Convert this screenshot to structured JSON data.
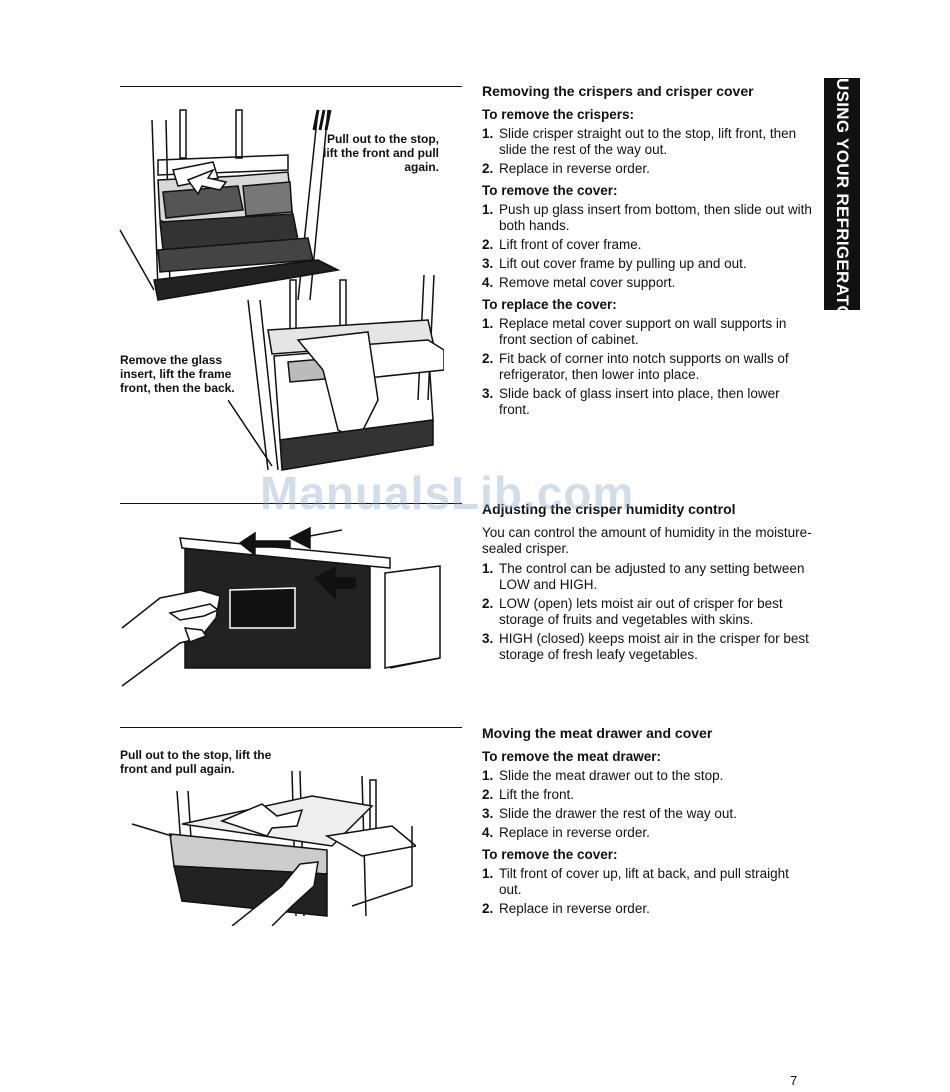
{
  "side_tab": "USING YOUR REFRIGERATOR",
  "watermark": "ManualsLib.com",
  "page_number": "7",
  "callouts": {
    "fig1_pull": "Pull out to the stop, lift the front and pull again.",
    "fig2_remove": "Remove the glass insert, lift the frame front, then the back.",
    "fig4_pull": "Pull out to the stop, lift the front and pull again."
  },
  "section1": {
    "title": "Removing the crispers and crisper cover",
    "crispers_heading": "To remove the crispers:",
    "crispers_steps": [
      {
        "n": "1.",
        "text": "Slide crisper straight out to the stop, lift front, then slide the rest of the way out."
      },
      {
        "n": "2.",
        "text": "Replace in reverse order."
      }
    ],
    "cover_remove_heading": "To remove the cover:",
    "cover_remove_steps": [
      {
        "n": "1.",
        "text": "Push up glass insert from bottom, then slide out with both hands."
      },
      {
        "n": "2.",
        "text": "Lift front of cover frame."
      },
      {
        "n": "3.",
        "text": "Lift out cover frame by pulling up and out."
      },
      {
        "n": "4.",
        "text": "Remove metal cover support."
      }
    ],
    "cover_replace_heading": "To replace the cover:",
    "cover_replace_steps": [
      {
        "n": "1.",
        "text": "Replace metal cover support on wall supports in front section of cabinet."
      },
      {
        "n": "2.",
        "text": "Fit back of corner into notch supports on walls of refrigerator, then lower into place."
      },
      {
        "n": "3.",
        "text": "Slide back of glass insert into place, then lower front."
      }
    ]
  },
  "section2": {
    "title": "Adjusting the crisper humidity control",
    "intro": "You can control the amount of humidity in the moisture-sealed crisper.",
    "steps": [
      {
        "n": "1.",
        "text": "The control can be adjusted to any setting between LOW and HIGH."
      },
      {
        "n": "2.",
        "text": "LOW (open) lets moist air out of crisper for best storage of fruits and vegetables with skins."
      },
      {
        "n": "3.",
        "text": "HIGH (closed) keeps moist air in the crisper for best storage of fresh leafy vegetables."
      }
    ]
  },
  "section3": {
    "title": "Moving the meat drawer and cover",
    "drawer_heading": "To remove the meat drawer:",
    "drawer_steps": [
      {
        "n": "1.",
        "text": "Slide the meat drawer out to the stop."
      },
      {
        "n": "2.",
        "text": "Lift the front."
      },
      {
        "n": "3.",
        "text": "Slide the drawer the rest of the way out."
      },
      {
        "n": "4.",
        "text": "Replace in reverse order."
      }
    ],
    "cover_heading": "To remove the cover:",
    "cover_steps": [
      {
        "n": "1.",
        "text": "Tilt front of cover up, lift at back, and pull straight out."
      },
      {
        "n": "2.",
        "text": "Replace in reverse order."
      }
    ]
  }
}
